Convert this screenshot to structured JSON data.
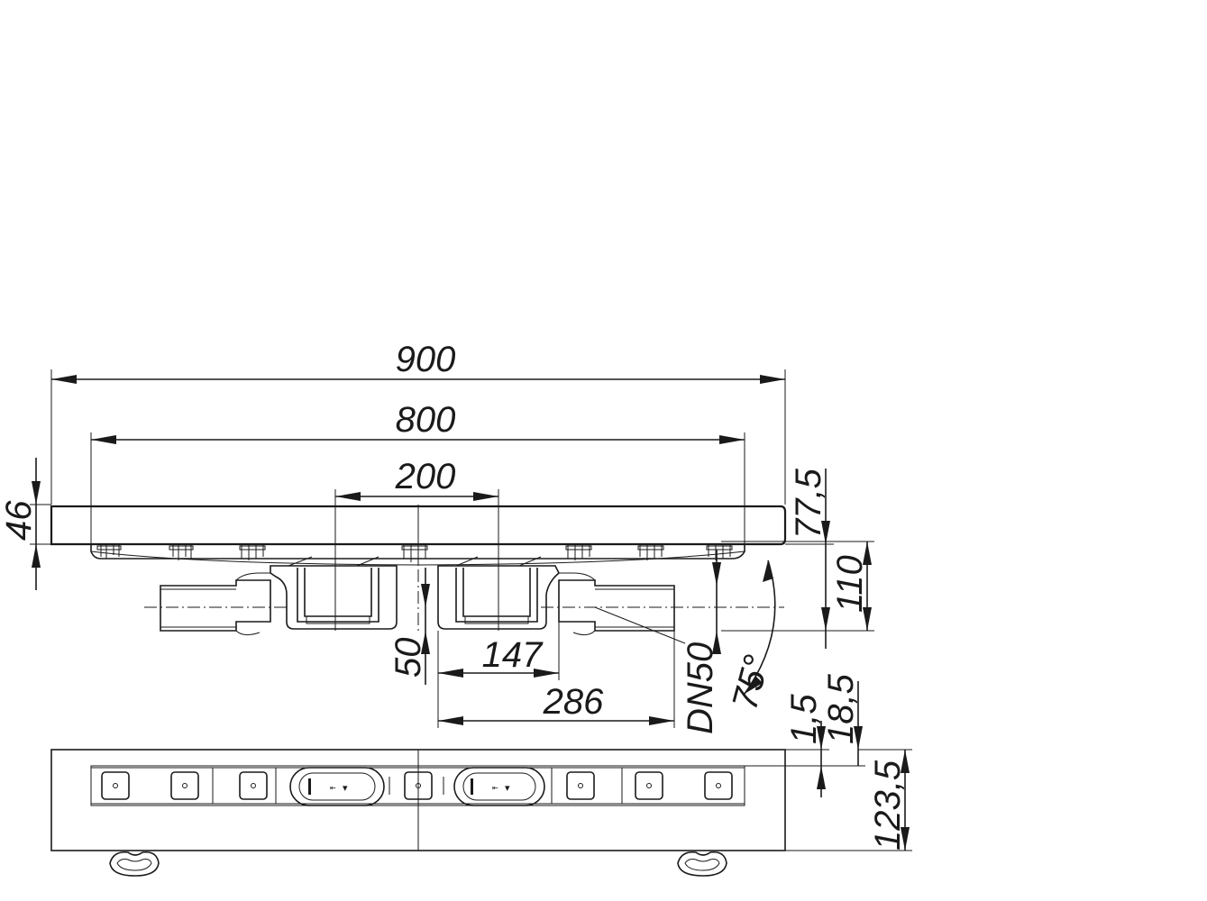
{
  "drawing": {
    "dimensions": {
      "overall_length": "900",
      "inner_length": "800",
      "center_spacing": "200",
      "frame_height": "46",
      "drain_height": "77,5",
      "outlet_height": "110",
      "outlet_offset": "50",
      "body_width": "147",
      "outlet_reach": "286",
      "pipe_size": "DN50",
      "slope_angle": "75°",
      "tile_gap": "1,5",
      "top_offset": "18,5",
      "plan_depth": "123,5"
    }
  }
}
